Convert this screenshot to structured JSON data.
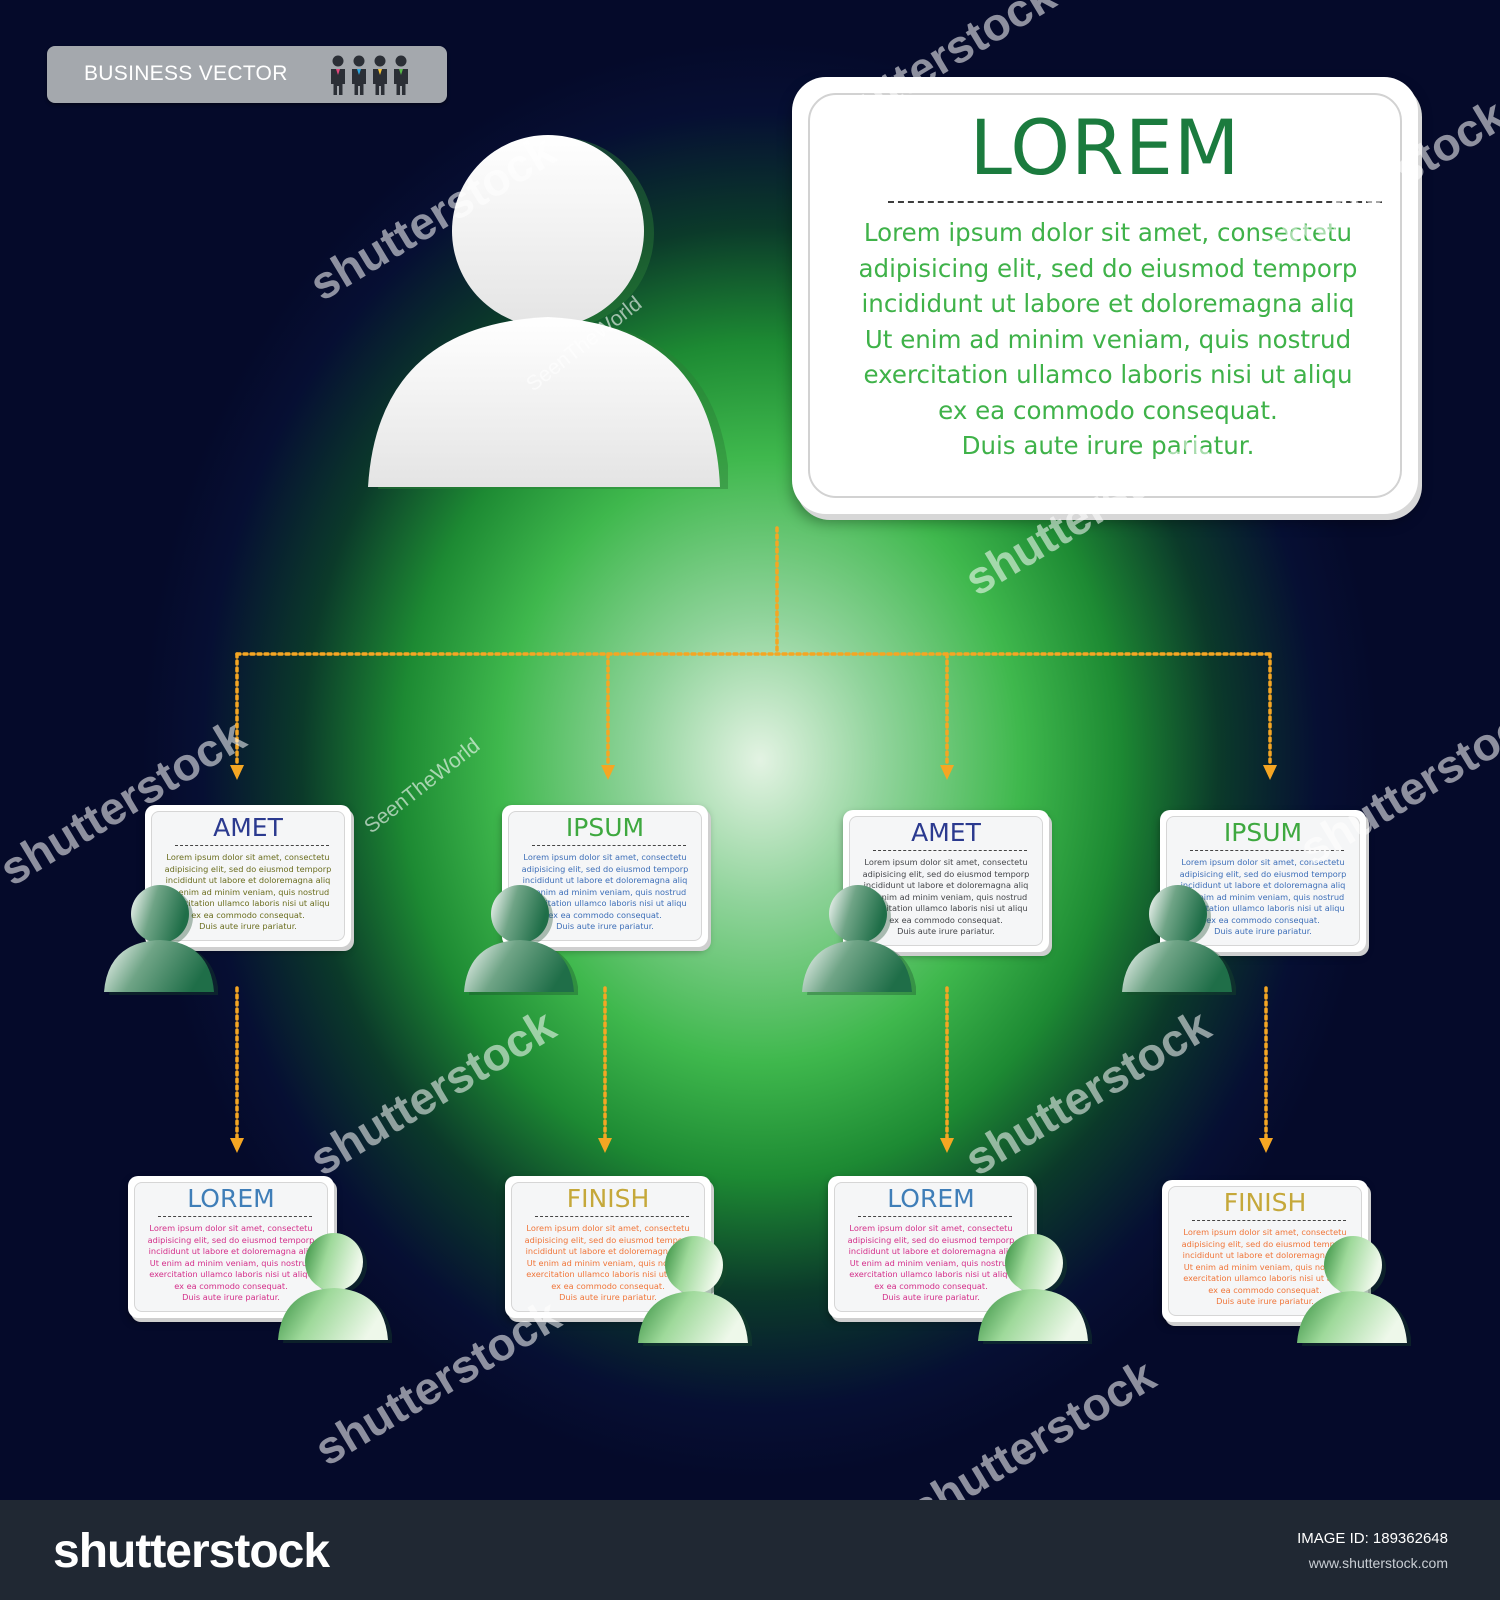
{
  "badge": {
    "label": "BUSINESS VECTOR",
    "icon": "people-group-icon",
    "colors": [
      "#e2467b",
      "#2aa7e0",
      "#f5c43a",
      "#57b848"
    ]
  },
  "header_card": {
    "title": "LOREM",
    "body": "Lorem ipsum dolor sit amet, consectetu\nadipisicing elit, sed do eiusmod temporp\nincididunt ut labore et doloremagna aliq\nUt enim ad minim veniam, quis nostrud\nexercitation ullamco laboris nisi ut aliqu\nex ea commodo consequat.\nDuis aute irure  pariatur."
  },
  "colors": {
    "title_green": "#1b7b3e",
    "body_green": "#3fb249",
    "connector": "#f5a623"
  },
  "level1": [
    {
      "title": "AMET",
      "title_color": "#2b3a8f",
      "body_color": "#6b6e1f"
    },
    {
      "title": "IPSUM",
      "title_color": "#3ea83f",
      "body_color": "#3e6fb8"
    },
    {
      "title": "AMET",
      "title_color": "#2b3a8f",
      "body_color": "#44464a"
    },
    {
      "title": "IPSUM",
      "title_color": "#3ea83f",
      "body_color": "#3e6fb8"
    }
  ],
  "level2": [
    {
      "title": "LOREM",
      "title_color": "#3f7eb8",
      "body_color": "#d42f8a"
    },
    {
      "title": "FINISH",
      "title_color": "#c5a83a",
      "body_color": "#f0763a"
    },
    {
      "title": "LOREM",
      "title_color": "#3f7eb8",
      "body_color": "#d42f8a"
    },
    {
      "title": "FINISH",
      "title_color": "#c5a83a",
      "body_color": "#f0763a"
    }
  ],
  "card_body": "Lorem ipsum dolor sit amet, consectetu\nadipisicing elit, sed do eiusmod temporp\nincididunt ut labore et doloremagna aliq\nUt enim ad minim veniam, quis nostrud\nexercitation ullamco laboris nisi ut aliqu\nex ea commodo consequat.\nDuis aute irure  pariatur.",
  "watermark": {
    "brand": "shutterstock",
    "author": "SeenTheWorld"
  },
  "footer": {
    "logo": "shutterstock",
    "image_id": "IMAGE ID: 189362648",
    "url": "www.shutterstock.com"
  }
}
